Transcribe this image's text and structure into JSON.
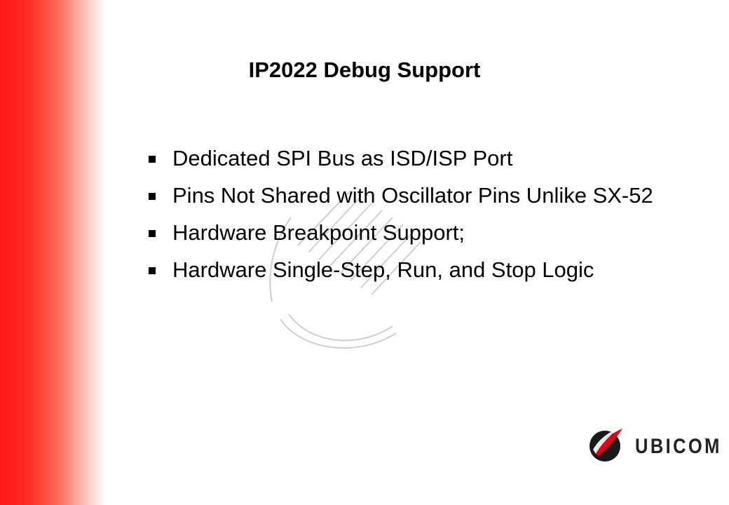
{
  "slide": {
    "title": "IP2022 Debug Support",
    "bullets": [
      "Dedicated SPI Bus as ISD/ISP Port",
      "Pins Not Shared with Oscillator Pins Unlike SX-52",
      "Hardware Breakpoint Support;",
      "Hardware Single-Step, Run, and Stop Logic"
    ]
  },
  "logo": {
    "text": "UBICOM",
    "trademark": "™",
    "icon": "ubicom-logo-icon"
  },
  "colors": {
    "side_bar_red": "#ff1a1a",
    "text": "#000000",
    "logo_red": "#e3001b",
    "logo_dark": "#1a1a1a",
    "watermark": "#cfcfcf"
  }
}
